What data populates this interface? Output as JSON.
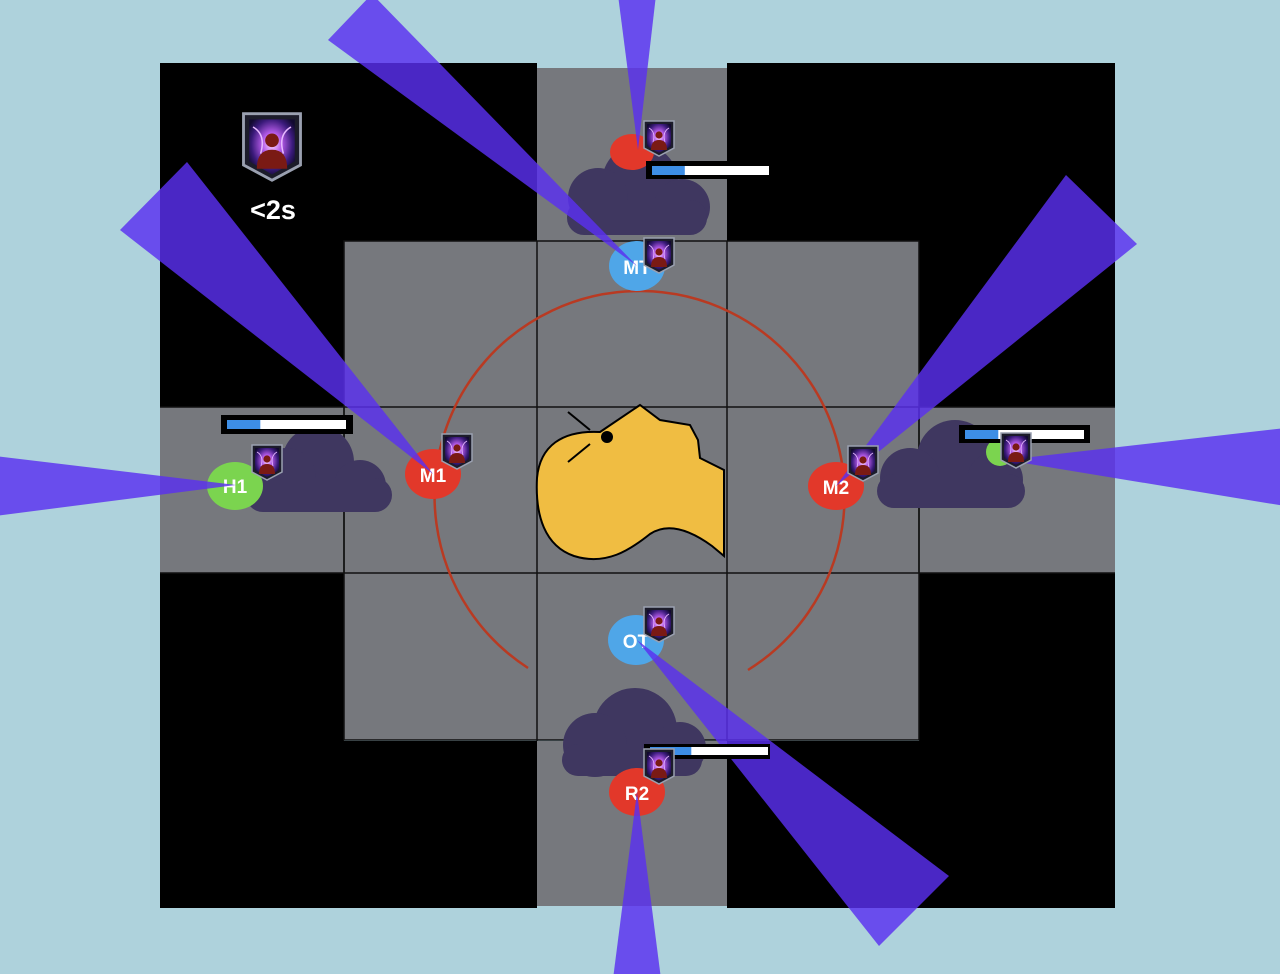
{
  "buff": {
    "icon": "purple-hand-aura-icon",
    "timer_text": "<2s"
  },
  "colors": {
    "background": "#aed2dc",
    "void": "#000000",
    "floor": "#76787d",
    "cone": "#5a2ff0",
    "cloud": "#3f3760",
    "boss": "#f0bd42",
    "ring": "#b93a22",
    "healer": "#7bd44f",
    "tank": "#4fa6e8",
    "dps": "#e2382a",
    "bar_fill": "#3d8ee6"
  },
  "boss": {
    "icon": "boss-head-silhouette-icon"
  },
  "players": [
    {
      "id": "H1",
      "label": "H1",
      "role": "healer",
      "icon": "purple-hand-aura-icon"
    },
    {
      "id": "M1",
      "label": "M1",
      "role": "dps",
      "icon": "purple-hand-aura-icon"
    },
    {
      "id": "MT",
      "label": "MT",
      "role": "tank",
      "icon": "purple-hand-aura-icon"
    },
    {
      "id": "M2",
      "label": "M2",
      "role": "dps",
      "icon": "purple-hand-aura-icon"
    },
    {
      "id": "OT",
      "label": "OT",
      "role": "tank",
      "icon": "purple-hand-aura-icon"
    },
    {
      "id": "R2",
      "label": "R2",
      "role": "dps",
      "icon": "purple-hand-aura-icon"
    },
    {
      "id": "R1",
      "label": "",
      "role": "dps",
      "icon": "purple-hand-aura-icon"
    },
    {
      "id": "H2",
      "label": "",
      "role": "healer",
      "icon": "purple-hand-aura-icon"
    }
  ],
  "cast_bars": [
    {
      "id": "cast-bar-north",
      "progress": 0.28
    },
    {
      "id": "cast-bar-west",
      "progress": 0.28
    },
    {
      "id": "cast-bar-east",
      "progress": 0.28
    },
    {
      "id": "cast-bar-south",
      "progress": 0.35
    }
  ]
}
